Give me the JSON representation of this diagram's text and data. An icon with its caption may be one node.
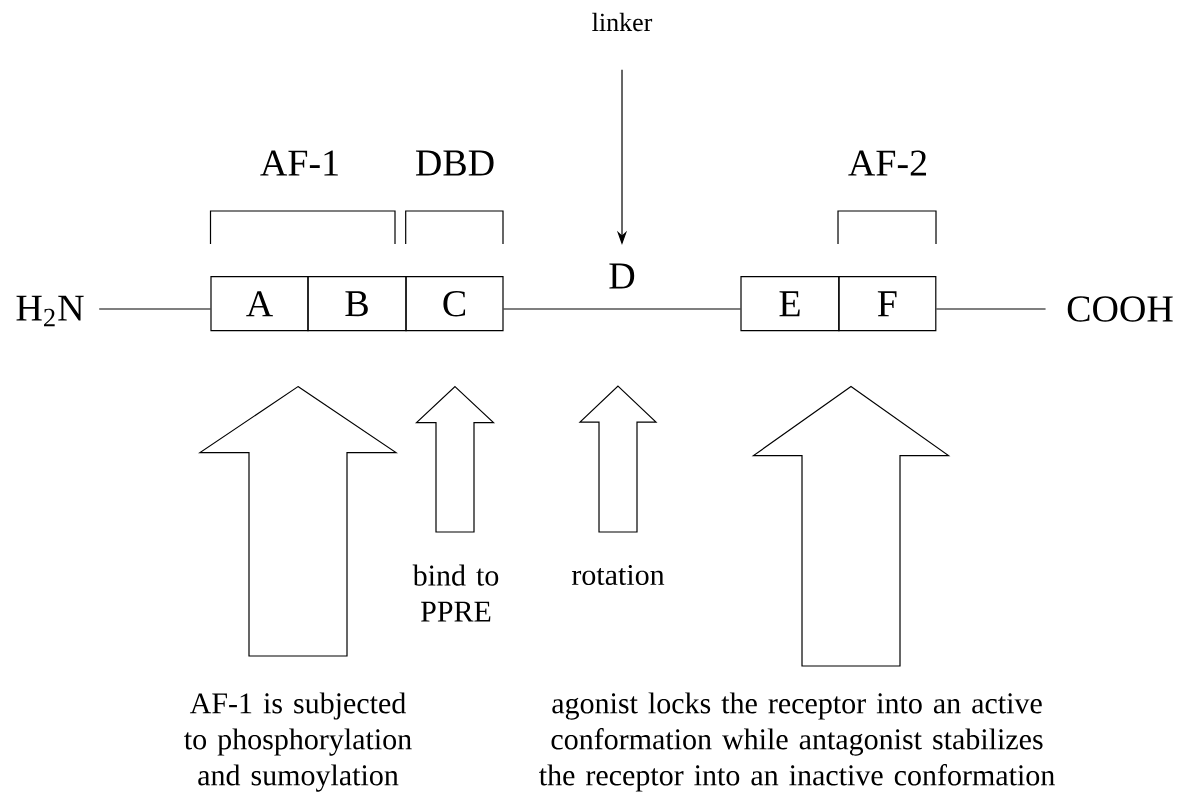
{
  "diagram": {
    "nodes": [
      {
        "text": [
          "H$_{2}$N"
        ]
      },
      {
        "text": [
          "A"
        ]
      },
      {
        "text": [
          "B"
        ]
      },
      {
        "text": [
          "C"
        ]
      },
      {
        "text": [
          "D"
        ]
      },
      {
        "text": [
          "E"
        ]
      },
      {
        "text": [
          "F"
        ]
      },
      {
        "text": [
          "COOH"
        ]
      },
      {
        "text": [
          "linker"
        ]
      },
      {
        "text": [
          "AF-1 is subjected to phosphorylation and sumoylation"
        ]
      },
      {
        "text": [
          "bind to PPRE"
        ]
      },
      {
        "text": [
          "rotation"
        ]
      },
      {
        "text": [
          "agonist locks the receptor into an active conformation while antagonist stabilizes the receptor into an inactive conformation"
        ]
      }
    ],
    "edges": [
      {
        "from": 0,
        "to": 1,
        "arrow": "none"
      },
      {
        "from": 3,
        "to": 5,
        "arrow": "none"
      },
      {
        "from": 6,
        "to": 7,
        "arrow": "none"
      },
      {
        "from": 8,
        "to": 4,
        "arrow": "to"
      },
      {
        "from": 9,
        "to": 1,
        "arrow": "to",
        "style": "thick"
      },
      {
        "from": 10,
        "to": 3,
        "arrow": "to",
        "style": "thick"
      },
      {
        "from": 11,
        "to": 4,
        "arrow": "to",
        "style": "thick"
      },
      {
        "from": 12,
        "to": 6,
        "arrow": "to",
        "style": "thick"
      }
    ],
    "labels": [
      "AF-1",
      "DBD",
      "AF-2"
    ]
  }
}
